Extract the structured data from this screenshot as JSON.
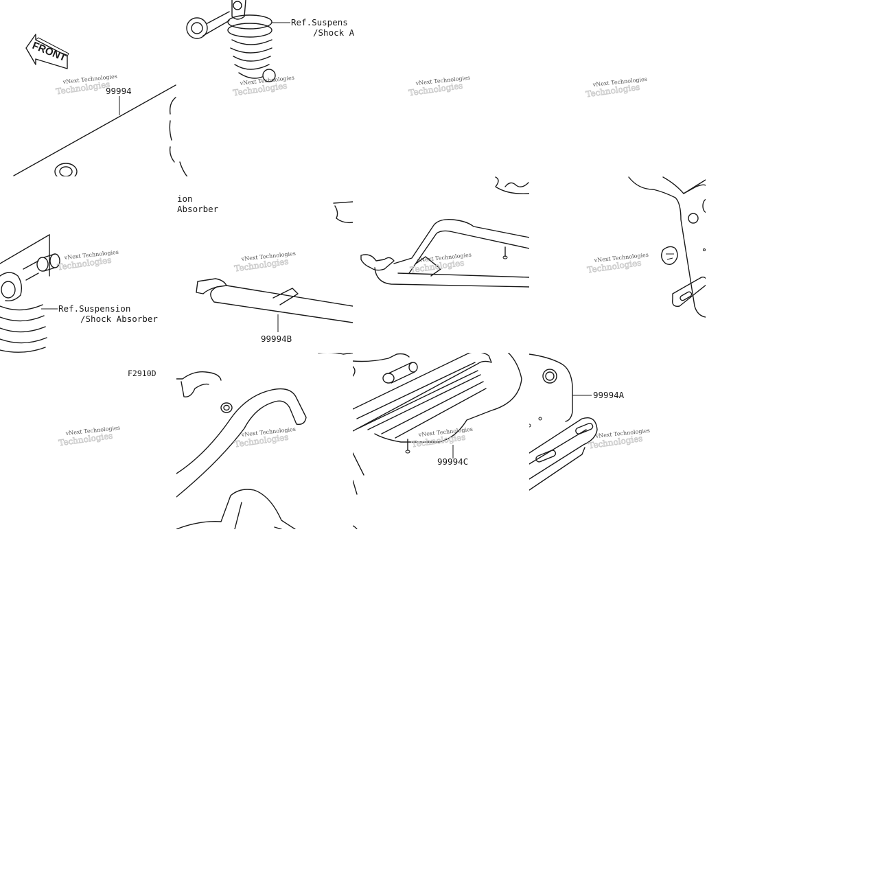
{
  "diagram": {
    "front_label": "FRONT",
    "figure_code": "F2910D",
    "parts": {
      "main_assembly": "99994",
      "part_a": "99994A",
      "part_b": "99994B",
      "part_c": "99994C"
    },
    "references": {
      "ref_top": {
        "line1": "Ref.Suspens",
        "line2": "/Shock A"
      },
      "ref_left": {
        "line1": "Ref.Suspension",
        "line2": "/Shock Absorber"
      },
      "ref_partial": {
        "line1": "ion",
        "line2": "Absorber"
      }
    },
    "watermark": {
      "small_text": "vNext Technologies",
      "outline_text": "Technologies"
    }
  }
}
